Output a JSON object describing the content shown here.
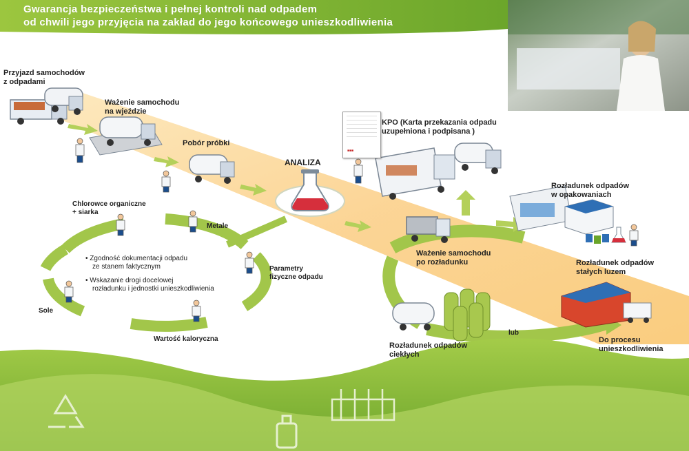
{
  "header": {
    "title_line1": "Gwarancja bezpieczeństwa i pełnej kontroli nad odpadem",
    "title_line2": "od chwili jego przyjęcia na zakład do jego końcowego unieszkodliwienia"
  },
  "steps": {
    "arrival": "Przyjazd samochodów z odpadami",
    "arrival_l1": "Przyjazd samochodów",
    "arrival_l2": "z odpadami",
    "weighing_l1": "Ważenie samochodu",
    "weighing_l2": "na wjeździe",
    "sampling": "Pobór próbki",
    "analysis": "ANALIZA",
    "kpo_l1": "KPO (Karta przekazania odpadu",
    "kpo_l2": "uzupełniona i podpisana )",
    "weigh_after_l1": "Ważenie samochodu",
    "weigh_after_l2": "po rozładunku",
    "unload_pack_l1": "Rozładunek odpadów",
    "unload_pack_l2": "w opakowaniach",
    "unload_bulk_l1": "Rozładunek odpadów",
    "unload_bulk_l2": "stałych luzem",
    "unload_liquid_l1": "Rozładunek odpadów",
    "unload_liquid_l2": "ciekłych",
    "or": "lub",
    "disposal_l1": "Do procesu",
    "disposal_l2": "unieszkodliwienia"
  },
  "analysis_cycle": {
    "halogens_l1": "Chlorowce organiczne",
    "halogens_l2": "+ siarka",
    "metals": "Metale",
    "physical_l1": "Parametry",
    "physical_l2": "fizyczne odpadu",
    "calorific": "Wartość kaloryczna",
    "salts": "Sole",
    "bullet1_l1": "• Zgodność dokumentacji odpadu",
    "bullet1_l2": "ze stanem faktycznym",
    "bullet2_l1": "• Wskazanie drogi docelowej",
    "bullet2_l2": "rozładunku i jednostki unieszkodliwienia"
  },
  "colors": {
    "green": "#8cb83a",
    "light_green": "#b5d36b",
    "path": "#fbd58e",
    "flask_liquid": "#d62f3c"
  },
  "icons": [
    "truck-icon",
    "worker-icon",
    "flask-icon",
    "document-icon",
    "tank-icon",
    "warehouse-icon",
    "recycle-icon",
    "bottle-icon",
    "rack-icon"
  ]
}
